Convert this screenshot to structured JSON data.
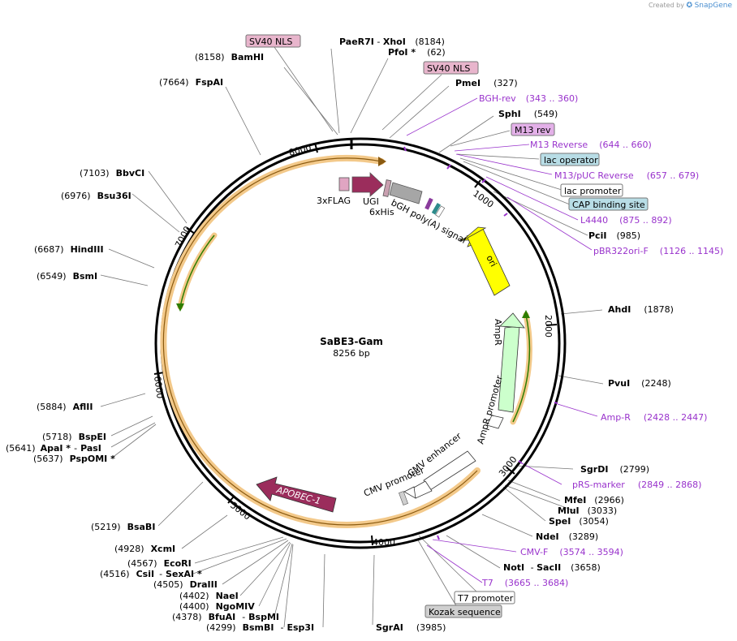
{
  "watermark": {
    "prefix": "Created by",
    "brand": "SnapGene"
  },
  "plasmid": {
    "name": "SaBE3-Gam",
    "length": "8256 bp"
  },
  "ticks": [
    "1000",
    "2000",
    "3000",
    "4000",
    "5000",
    "6000",
    "7000",
    "8000"
  ],
  "sites": {
    "paer7i": {
      "name": "PaeR7I",
      "sep": "-",
      "name2": "XhoI",
      "pos": "(8184)"
    },
    "pfoi": {
      "name": "PfoI *",
      "pos": "(62)"
    },
    "bamhi": {
      "pos": "(8158)",
      "name": "BamHI"
    },
    "fspai": {
      "pos": "(7664)",
      "name": "FspAI"
    },
    "pmei": {
      "name": "PmeI",
      "pos": "(327)"
    },
    "sphi": {
      "name": "SphI",
      "pos": "(549)"
    },
    "pcii": {
      "name": "PciI",
      "pos": "(985)"
    },
    "ahdi": {
      "name": "AhdI",
      "pos": "(1878)"
    },
    "pvui": {
      "name": "PvuI",
      "pos": "(2248)"
    },
    "sgrdi": {
      "name": "SgrDI",
      "pos": "(2799)"
    },
    "mfei": {
      "name": "MfeI",
      "pos": "(2966)"
    },
    "mlui": {
      "name": "MluI",
      "pos": "(3033)"
    },
    "spei": {
      "name": "SpeI",
      "pos": "(3054)"
    },
    "ndei": {
      "name": "NdeI",
      "pos": "(3289)"
    },
    "noti": {
      "name": "NotI",
      "sep": "-",
      "name2": "SacII",
      "pos": "(3658)"
    },
    "sgrai": {
      "name": "SgrAI",
      "pos": "(3985)"
    },
    "bbvci": {
      "pos": "(7103)",
      "name": "BbvCI"
    },
    "bsu36i": {
      "pos": "(6976)",
      "name": "Bsu36I"
    },
    "hindiii": {
      "pos": "(6687)",
      "name": "HindIII"
    },
    "bsmi": {
      "pos": "(6549)",
      "name": "BsmI"
    },
    "aflii": {
      "pos": "(5884)",
      "name": "AflII"
    },
    "bspei": {
      "pos": "(5718)",
      "name": "BspEI"
    },
    "apai": {
      "pos": "(5641)",
      "name": "ApaI *",
      "sep": "-",
      "name2": "PasI"
    },
    "pspomi": {
      "pos": "(5637)",
      "name": "PspOMI *"
    },
    "bsabi": {
      "pos": "(5219)",
      "name": "BsaBI"
    },
    "xcmi": {
      "pos": "(4928)",
      "name": "XcmI"
    },
    "ecori": {
      "pos": "(4567)",
      "name": "EcoRI"
    },
    "csii": {
      "pos": "(4516)",
      "name": "CsiI",
      "sep": "-",
      "name2": "SexAI *"
    },
    "draiii": {
      "pos": "(4505)",
      "name": "DraIII"
    },
    "naei": {
      "pos": "(4402)",
      "name": "NaeI"
    },
    "ngomiv": {
      "pos": "(4400)",
      "name": "NgoMIV"
    },
    "bfuai": {
      "pos": "(4378)",
      "name": "BfuAI",
      "sep": "-",
      "name2": "BspMI"
    },
    "bsmbi": {
      "pos": "(4299)",
      "name": "BsmBI",
      "sep": "-",
      "name2": "Esp3I"
    }
  },
  "primers": {
    "bgh_rev": {
      "name": "BGH-rev",
      "range": "(343 .. 360)"
    },
    "m13_reverse": {
      "name": "M13 Reverse",
      "range": "(644 .. 660)"
    },
    "m13_puc_reverse": {
      "name": "M13/pUC Reverse",
      "range": "(657 .. 679)"
    },
    "l4440": {
      "name": "L4440",
      "range": "(875 .. 892)"
    },
    "pbr322ori_f": {
      "name": "pBR322ori-F",
      "range": "(1126 .. 1145)"
    },
    "amp_r": {
      "name": "Amp-R",
      "range": "(2428 .. 2447)"
    },
    "prs_marker": {
      "name": "pRS-marker",
      "range": "(2849 .. 2868)"
    },
    "cmv_f": {
      "name": "CMV-F",
      "range": "(3574 .. 3594)"
    },
    "t7": {
      "name": "T7",
      "range": "(3665 .. 3684)"
    }
  },
  "boxed": {
    "sv40_nls_1": "SV40 NLS",
    "sv40_nls_2": "SV40 NLS",
    "m13_rev": "M13 rev",
    "lac_operator": "lac operator",
    "lac_promoter": "lac promoter",
    "cap_binding_site": "CAP binding site",
    "t7_promoter": "T7 promoter",
    "kozak_sequence": "Kozak sequence"
  },
  "features": {
    "flag": "3xFLAG",
    "ugi": "UGI",
    "his": "6xHis",
    "bgh": "bGH poly(A) signal",
    "ori": "ori",
    "ampr": "AmpR",
    "ampr_promoter": "AmpR promoter",
    "cmv_enhancer": "CMV enhancer",
    "cmv_promoter": "CMV promoter",
    "apobec": "APOBEC-1"
  },
  "colors": {
    "backbone": "#000000",
    "restriction_line": "#777777",
    "primer": "#9933cc",
    "orf_highlight": "#f3c98a",
    "orf_line": "#b87a1a",
    "green_arrow": "#2e7d00",
    "apobec": "#9b2d5c",
    "ori": "#ffff00",
    "ampr": "#ccffcc",
    "pink_box": "#e8b5cc",
    "cyan_box": "#b8dde6",
    "white_box": "#ffffff",
    "gray_box": "#cfcfcf",
    "purple_box": "#e3b0e8",
    "bgh": "#a6a6a6"
  }
}
